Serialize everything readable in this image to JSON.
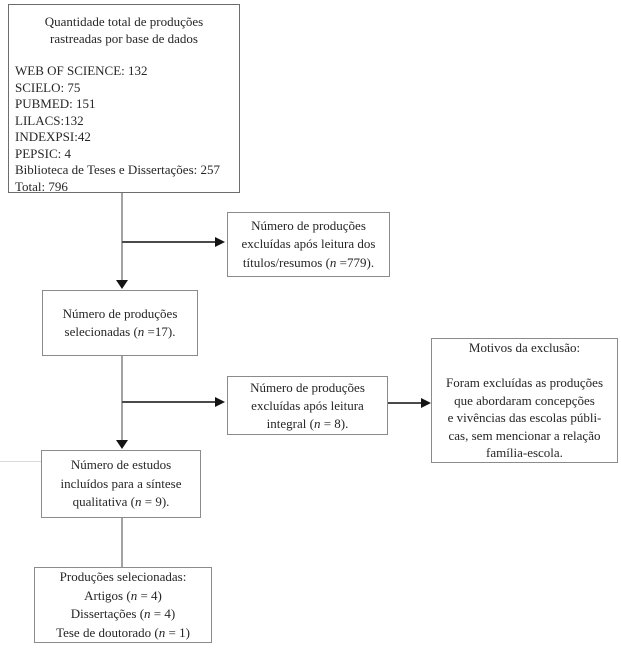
{
  "colors": {
    "background": "#ffffff",
    "box_border": "#8b8b8b",
    "arrow_line": "#4a4a4a",
    "arrow_head": "#141414",
    "connector_line": "#a3a3a3",
    "text": "#262626"
  },
  "boxes": {
    "total": {
      "title_lines": [
        "Quantidade total de produções",
        "rastreadas por base de dados"
      ],
      "items": [
        "WEB OF SCIENCE: 132",
        "SCIELO: 75",
        "PUBMED: 151",
        "LILACS:132",
        "INDEXPSI:42",
        "PEPSIC: 4",
        "Biblioteca de Teses e Dissertações: 257",
        "Total: 796"
      ]
    },
    "excluded_titles": {
      "lines": [
        "Número de produções",
        "excluídas após leitura dos",
        "títulos/resumos (n =779)."
      ]
    },
    "selected": {
      "lines": [
        "Número de produções",
        "selecionadas (n =17)."
      ]
    },
    "excluded_full": {
      "lines": [
        "Número de produções",
        "excluídas após leitura",
        "integral (n = 8)."
      ]
    },
    "reasons": {
      "title": "Motivos da exclusão:",
      "lines": [
        "Foram excluídas as produções",
        "que abordaram concepções",
        "e vivências das escolas públi-",
        "cas, sem mencionar a relação",
        "família-escola."
      ]
    },
    "included": {
      "lines": [
        "Número de estudos",
        "incluídos para a síntese",
        "qualitativa (n = 9)."
      ]
    },
    "final": {
      "lines": [
        "Produções selecionadas:",
        "Artigos (n = 4)",
        "Dissertações (n = 4)",
        "Tese de doutorado (n = 1)"
      ]
    }
  }
}
